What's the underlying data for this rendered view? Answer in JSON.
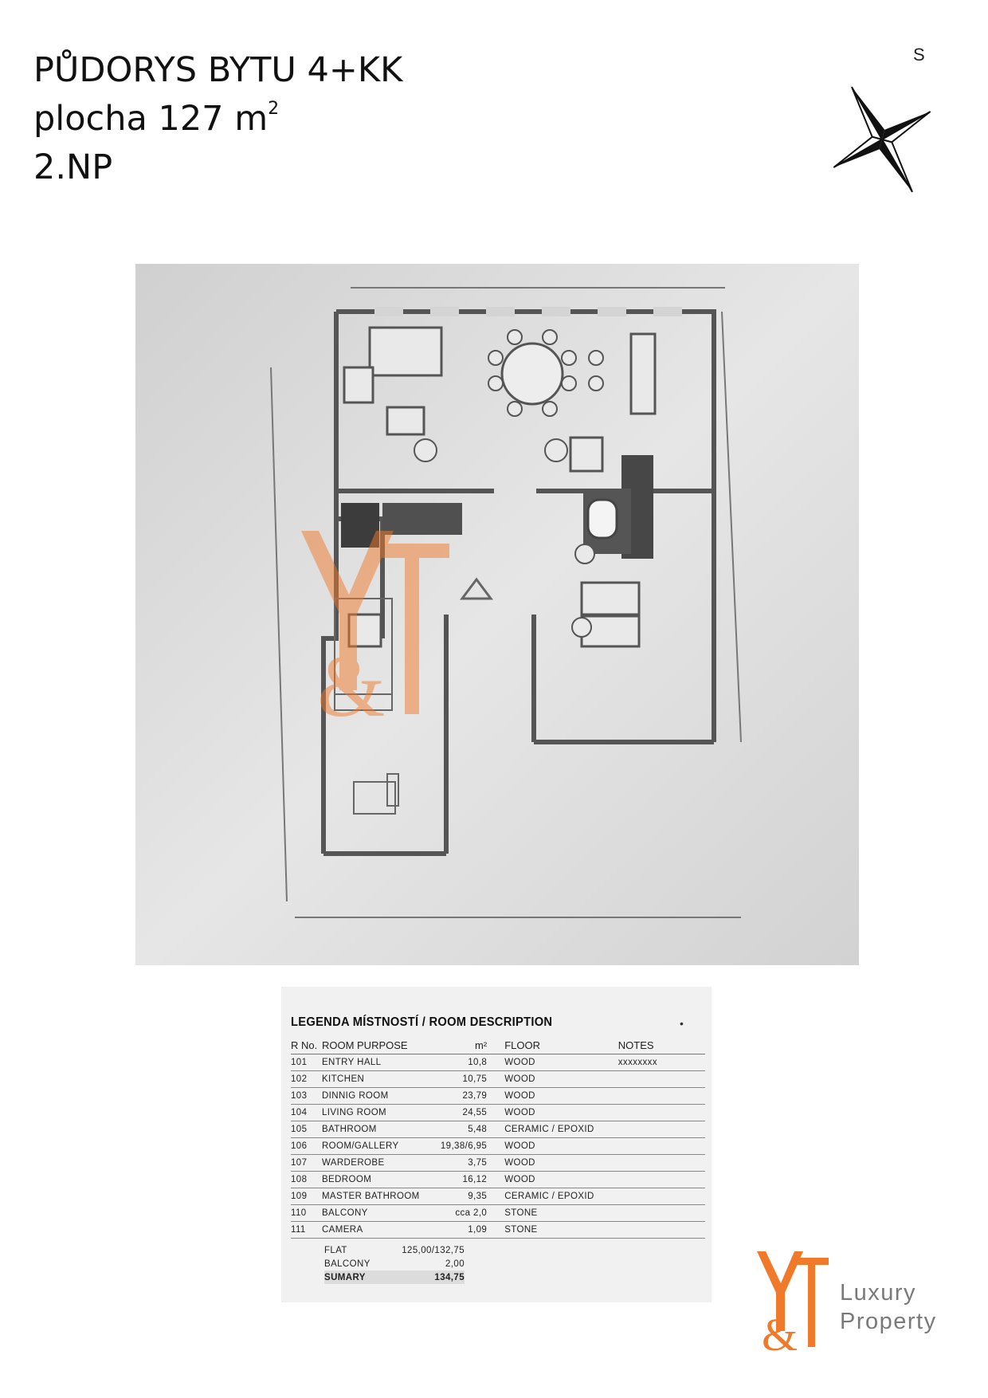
{
  "header": {
    "title": "PŮDORYS BYTU 4+KK",
    "area_text": "plocha 127 m",
    "area_superscript": "2",
    "floor": "2.NP"
  },
  "compass": {
    "label": "S",
    "icon": "compass-star-icon"
  },
  "plan": {
    "image": "floor-plan-drawing"
  },
  "legend": {
    "title": "LEGENDA MÍSTNOSTÍ / ROOM DESCRIPTION",
    "columns": {
      "no": "R No.",
      "purpose": "ROOM PURPOSE",
      "area": "m²",
      "floor": "FLOOR",
      "notes": "NOTES"
    },
    "rows": [
      {
        "no": "101",
        "purpose": "ENTRY HALL",
        "area": "10,8",
        "floor": "WOOD",
        "notes": "xxxxxxxx"
      },
      {
        "no": "102",
        "purpose": "KITCHEN",
        "area": "10,75",
        "floor": "WOOD",
        "notes": ""
      },
      {
        "no": "103",
        "purpose": "DINNIG ROOM",
        "area": "23,79",
        "floor": "WOOD",
        "notes": ""
      },
      {
        "no": "104",
        "purpose": "LIVING ROOM",
        "area": "24,55",
        "floor": "WOOD",
        "notes": ""
      },
      {
        "no": "105",
        "purpose": "BATHROOM",
        "area": "5,48",
        "floor": "CERAMIC / EPOXID",
        "notes": ""
      },
      {
        "no": "106",
        "purpose": "ROOM/GALLERY",
        "area": "19,38/6,95",
        "floor": "WOOD",
        "notes": ""
      },
      {
        "no": "107",
        "purpose": "WARDEROBE",
        "area": "3,75",
        "floor": "WOOD",
        "notes": ""
      },
      {
        "no": "108",
        "purpose": "BEDROOM",
        "area": "16,12",
        "floor": "WOOD",
        "notes": ""
      },
      {
        "no": "109",
        "purpose": "MASTER BATHROOM",
        "area": "9,35",
        "floor": "CERAMIC / EPOXID",
        "notes": ""
      },
      {
        "no": "110",
        "purpose": "BALCONY",
        "area": "cca 2,0",
        "floor": "STONE",
        "notes": ""
      },
      {
        "no": "111",
        "purpose": "CAMERA",
        "area": "1,09",
        "floor": "STONE",
        "notes": ""
      }
    ],
    "summary": [
      {
        "label": "FLAT",
        "value": "125,00/132,75"
      },
      {
        "label": "BALCONY",
        "value": "2,00"
      },
      {
        "label": "SUMARY",
        "value": "134,75"
      }
    ]
  },
  "branding": {
    "logo_line1": "Luxury",
    "logo_line2": "Property",
    "accent_color": "#f07a2a",
    "text_color": "#7a7a7a"
  }
}
